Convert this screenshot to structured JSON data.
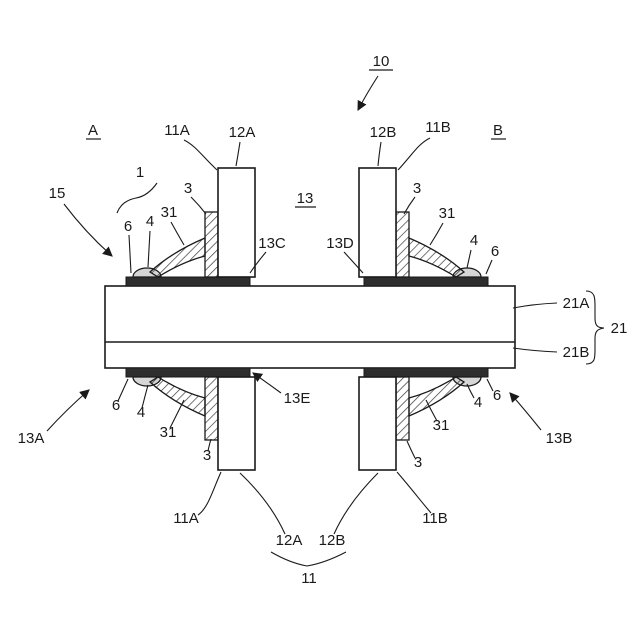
{
  "figure": {
    "labels": {
      "overall": "10",
      "side_a": "A",
      "side_b": "B",
      "lead_11a_top": "11A",
      "tip_12a_top": "12A",
      "tip_12b_top": "12B",
      "lead_11b_top": "11B",
      "ref_15": "15",
      "group_1": "1",
      "plating_3_tl": "3",
      "fillet_31_tl": "31",
      "solder_4_tl": "4",
      "pad_6_tl": "6",
      "ref_13": "13",
      "ref_13c": "13C",
      "ref_13d": "13D",
      "plating_3_tr": "3",
      "fillet_31_tr": "31",
      "solder_4_tr": "4",
      "pad_6_tr": "6",
      "layer_21a": "21A",
      "board_21": "21",
      "layer_21b": "21B",
      "ref_13a": "13A",
      "pad_6_bl": "6",
      "solder_4_bl": "4",
      "fillet_31_bl": "31",
      "plating_3_bl": "3",
      "ref_13e": "13E",
      "fillet_31_br": "31",
      "solder_4_br": "4",
      "pad_6_br": "6",
      "ref_13b": "13B",
      "plating_3_br": "3",
      "lead_11a_bottom": "11A",
      "lead_11b_bottom": "11B",
      "tip_12a_bottom": "12A",
      "tip_12b_bottom": "12B",
      "ref_11": "11"
    },
    "colors": {
      "line": "#1a1a1a",
      "pad_fill": "#2e2e2e",
      "solder_fill": "#d6d6d6",
      "background": "#ffffff"
    }
  }
}
